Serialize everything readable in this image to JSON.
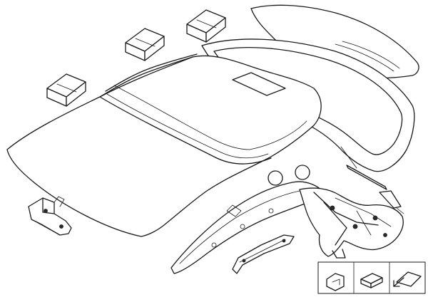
{
  "diagram": {
    "parts": [
      {
        "id": "foam-pad-left",
        "icon": "foam-block-icon"
      },
      {
        "id": "foam-pad-center",
        "icon": "foam-block-icon"
      },
      {
        "id": "foam-pad-right",
        "icon": "foam-block-icon"
      },
      {
        "id": "rear-window-glass",
        "icon": "glass-panel-icon"
      },
      {
        "id": "rear-window-frame",
        "icon": "frame-icon"
      },
      {
        "id": "roof-shell",
        "icon": "roof-panel-icon"
      },
      {
        "id": "mounting-bracket",
        "icon": "bracket-icon"
      },
      {
        "id": "side-frame-rail",
        "icon": "rail-icon"
      },
      {
        "id": "tension-bow",
        "icon": "bow-icon"
      },
      {
        "id": "hinge-mechanism",
        "icon": "hinge-icon"
      },
      {
        "id": "trim-strip",
        "icon": "strip-icon"
      }
    ],
    "legend": [
      {
        "id": "legend-clip",
        "icon": "clip-icon"
      },
      {
        "id": "legend-pad",
        "icon": "pad-icon"
      },
      {
        "id": "legend-arrow",
        "icon": "arrow-icon"
      }
    ],
    "colors": {
      "line": "#1a1a1a",
      "background": "#ffffff",
      "accent_dark": "#2a2a2a"
    }
  }
}
